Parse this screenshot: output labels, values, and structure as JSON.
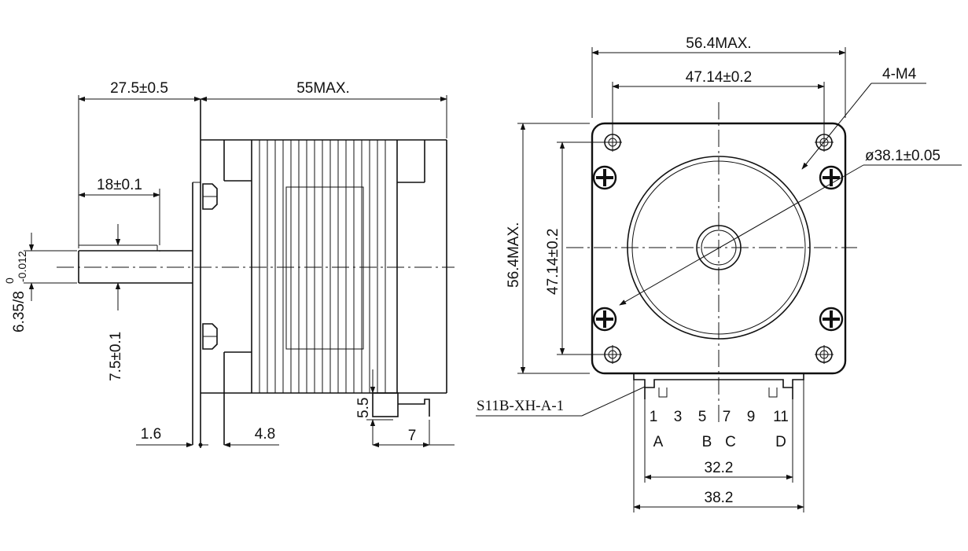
{
  "side_view": {
    "dim_shaft_length": "27.5±0.5",
    "dim_body_length": "55MAX.",
    "dim_flat_length": "18±0.1",
    "dim_shaft_dia_main": "6.35/8",
    "dim_shaft_dia_tol_upper": "0",
    "dim_shaft_dia_tol_lower": "-0.012",
    "dim_flat_depth": "7.5±0.1",
    "dim_flange": "1.6",
    "dim_pilot": "4.8",
    "dim_connector_height": "5.5",
    "dim_connector_width": "7"
  },
  "front_view": {
    "dim_overall_width": "56.4MAX.",
    "dim_hole_spacing_h": "47.14±0.2",
    "dim_overall_height": "56.4MAX.",
    "dim_hole_spacing_v": "47.14±0.2",
    "dim_mount_holes": "4-M4",
    "dim_boss_dia": "ø38.1±0.05",
    "connector_part": "S11B-XH-A-1",
    "pin_numbers": [
      "1",
      "3",
      "5",
      "7",
      "9",
      "11"
    ],
    "phase_labels": [
      "A",
      "B",
      "C",
      "D"
    ],
    "dim_pin_span": "32.2",
    "dim_connector_span": "38.2"
  }
}
